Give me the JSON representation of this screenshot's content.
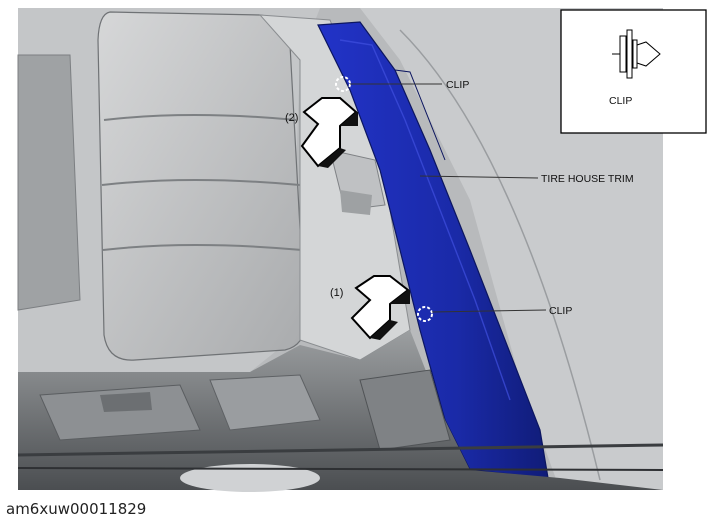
{
  "callouts": {
    "clip_upper": "CLIP",
    "tire_house_trim": "TIRE HOUSE TRIM",
    "clip_lower": "CLIP"
  },
  "steps": {
    "step_1": "(1)",
    "step_2": "(2)"
  },
  "inset": {
    "label": "CLIP"
  },
  "figure_id": "am6xuw00011829",
  "colors": {
    "trim_blue": "#1e2fb5",
    "panel_gray": "#c9cbcd",
    "background_gray": "#aeb1b3"
  }
}
